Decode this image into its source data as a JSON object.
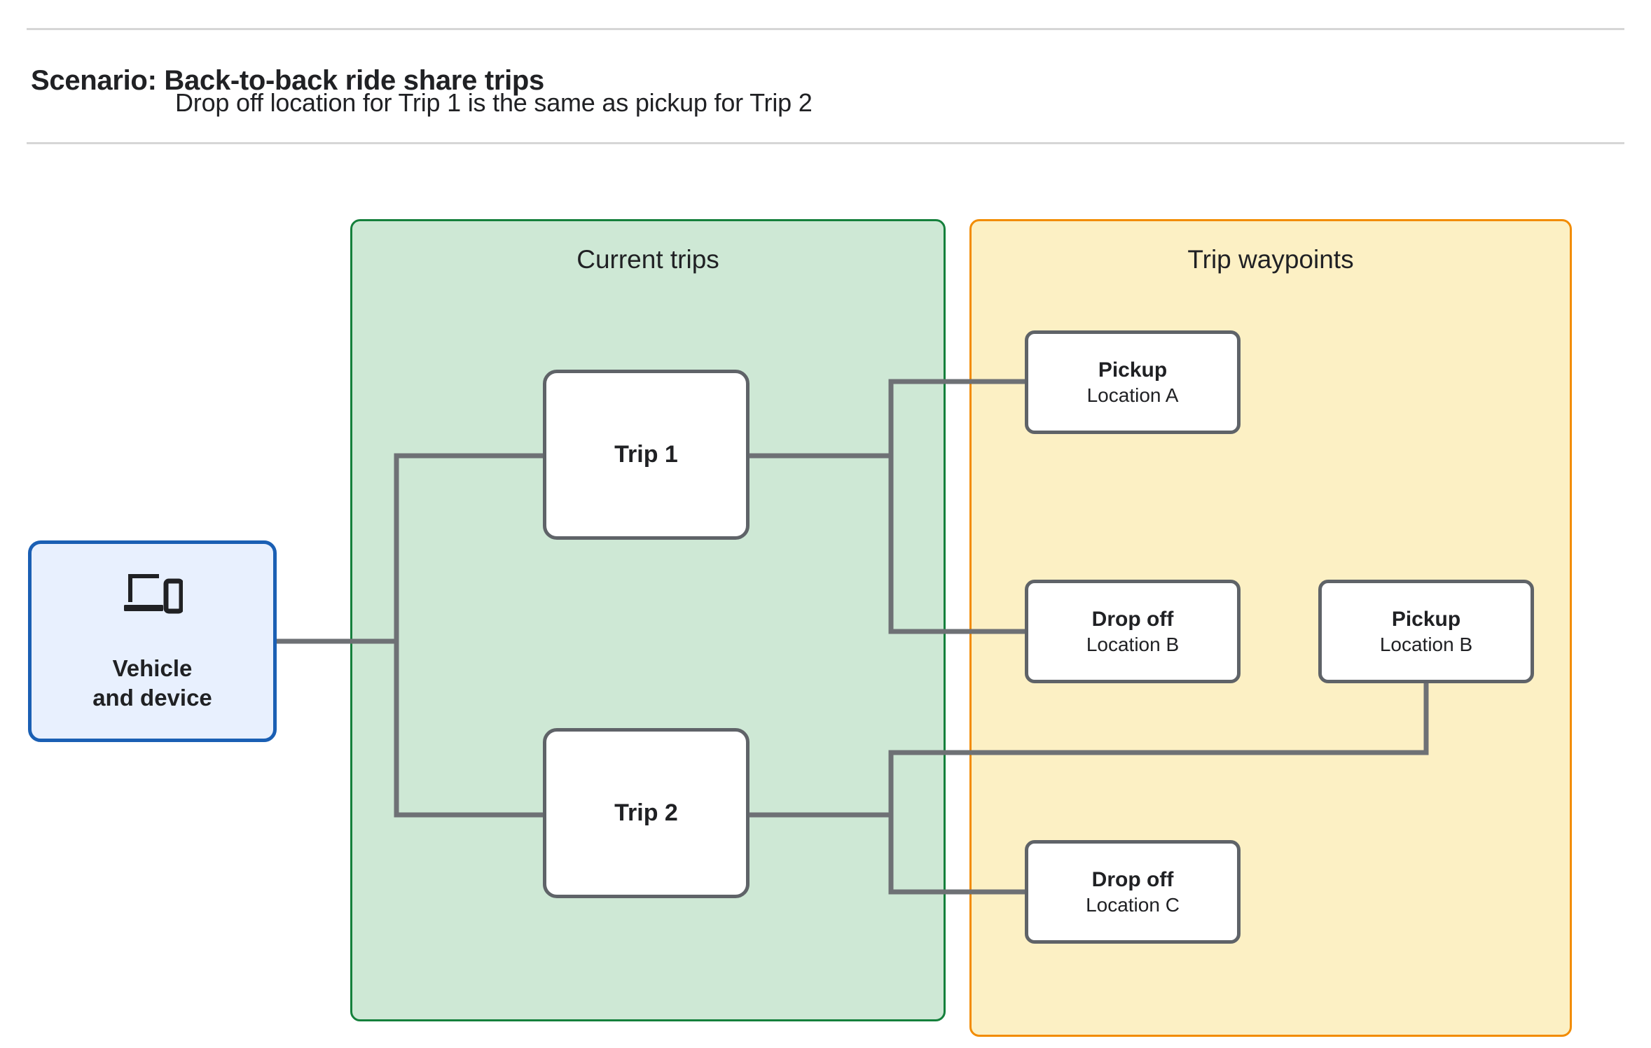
{
  "header": {
    "title": "Scenario: Back-to-back ride share trips",
    "subtitle": "Drop off  location for Trip 1 is the same as pickup for Trip 2"
  },
  "groups": {
    "current_trips": {
      "title": "Current trips",
      "fill": "#cee8d5",
      "border": "#15803c"
    },
    "trip_waypoints": {
      "title": "Trip waypoints",
      "fill": "#fcf0c4",
      "border": "#f28c00"
    }
  },
  "vehicle": {
    "label": "Vehicle\nand device",
    "icon": "devices-icon",
    "fill": "#e8f0fe",
    "border": "#1a5fb4"
  },
  "trips": [
    {
      "label": "Trip 1"
    },
    {
      "label": "Trip 2"
    }
  ],
  "waypoints": [
    {
      "id": "pickup-a",
      "title": "Pickup",
      "location": "Location A"
    },
    {
      "id": "dropoff-b",
      "title": "Drop off",
      "location": "Location B"
    },
    {
      "id": "pickup-b",
      "title": "Pickup",
      "location": "Location B"
    },
    {
      "id": "dropoff-c",
      "title": "Drop off",
      "location": "Location C"
    }
  ],
  "connector_color": "#6e7175"
}
